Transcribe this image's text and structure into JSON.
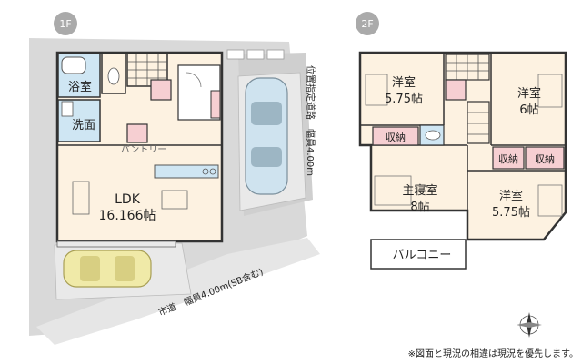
{
  "floor1": {
    "badge": "1F",
    "rooms": {
      "bath": "浴室",
      "wash": "洗面",
      "pantry": "パントリー",
      "ldk_name": "LDK",
      "ldk_size": "16.166帖"
    },
    "roads": {
      "east": "位置指定道路　幅員4.00m",
      "south": "市道　幅員4.00m(SB含む)"
    }
  },
  "floor2": {
    "badge": "2F",
    "rooms": {
      "western_a_name": "洋室",
      "western_a_size": "5.75帖",
      "western_b_name": "洋室",
      "western_b_size": "6帖",
      "storage_1": "収納",
      "storage_2": "収納",
      "storage_3": "収納",
      "master_name": "主寝室",
      "master_size": "8帖",
      "western_c_name": "洋室",
      "western_c_size": "5.75帖",
      "balcony": "バルコニー"
    }
  },
  "note": "※図面と現況の相違は現況を優先します。",
  "colors": {
    "site": "#d9d9d9",
    "room": "#fdf2e1",
    "wet": "#cfe6f3",
    "storage": "#f6cfd2",
    "wall": "#333333"
  }
}
